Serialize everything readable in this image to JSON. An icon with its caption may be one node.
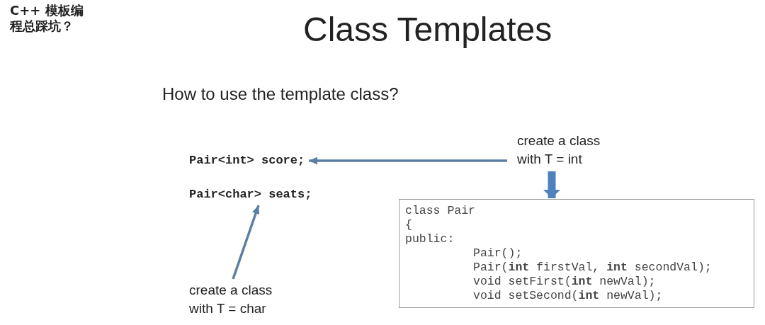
{
  "diagram": {
    "title": "Class Templates",
    "nodes": [
      {
        "text": [
          "Pair<int> score;"
        ]
      },
      {
        "text": [
          "Pair<char> seats;"
        ]
      },
      {
        "text": [
          "create a class with T = int"
        ]
      },
      {
        "text": [
          "create a class with T = char"
        ]
      },
      {
        "text": [
          "class Pair",
          "{",
          "public:",
          "Pair();",
          "Pair(**int** firstVal, **int** secondVal);",
          "void setFirst(**int** newVal);",
          "void setSecond(**int** newVal);"
        ]
      }
    ],
    "edges": [
      {
        "from": 2,
        "to": 0,
        "arrow": "to"
      },
      {
        "from": 2,
        "to": 4,
        "arrow": "to",
        "style": "thick",
        "color": "#4f81bd"
      },
      {
        "from": 3,
        "to": 1,
        "arrow": "to"
      }
    ],
    "labels": [
      "C++ 模板编程总踩坑？",
      "How to use the template class?"
    ]
  }
}
